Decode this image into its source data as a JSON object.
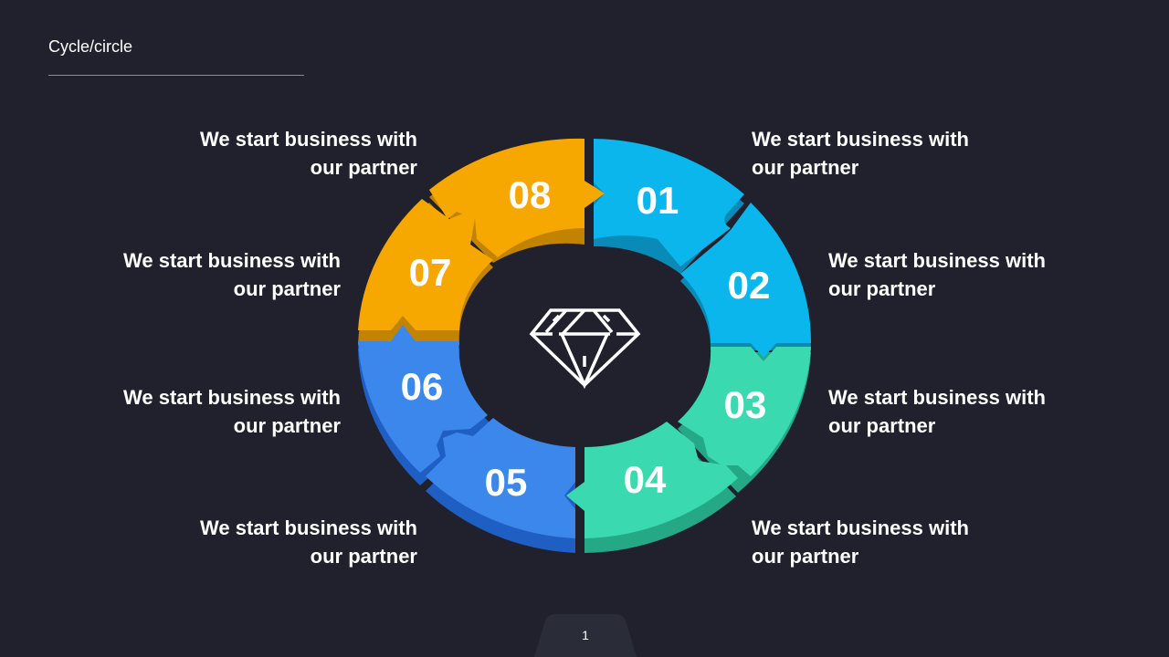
{
  "slide": {
    "title": "Cycle/circle",
    "page_number": "1",
    "center_icon": "diamond-icon"
  },
  "segments": [
    {
      "num": "01",
      "color": "#0bb6ec",
      "shade": "#0a8ab6",
      "label_line1": "We start business with",
      "label_line2": "our partner"
    },
    {
      "num": "02",
      "color": "#0bb6ec",
      "shade": "#0a8ab6",
      "label_line1": "We start business with",
      "label_line2": "our partner"
    },
    {
      "num": "03",
      "color": "#3ad9b0",
      "shade": "#25a885",
      "label_line1": "We start business with",
      "label_line2": "our partner"
    },
    {
      "num": "04",
      "color": "#3ad9b0",
      "shade": "#25a885",
      "label_line1": "We start business with",
      "label_line2": "our partner"
    },
    {
      "num": "05",
      "color": "#3b87ec",
      "shade": "#1f5fc4",
      "label_line1": "We start business with",
      "label_line2": "our partner"
    },
    {
      "num": "06",
      "color": "#3b87ec",
      "shade": "#1f5fc4",
      "label_line1": "We start business with",
      "label_line2": "our partner"
    },
    {
      "num": "07",
      "color": "#f7a800",
      "shade": "#c28400",
      "label_line1": "We start business with",
      "label_line2": "our partner"
    },
    {
      "num": "08",
      "color": "#f7a800",
      "shade": "#c28400",
      "label_line1": "We start business with",
      "label_line2": "our partner"
    }
  ],
  "colors": {
    "background": "#20212d",
    "text": "#ffffff",
    "rule": "#8a8b95",
    "page_tab": "#2a2c38"
  }
}
